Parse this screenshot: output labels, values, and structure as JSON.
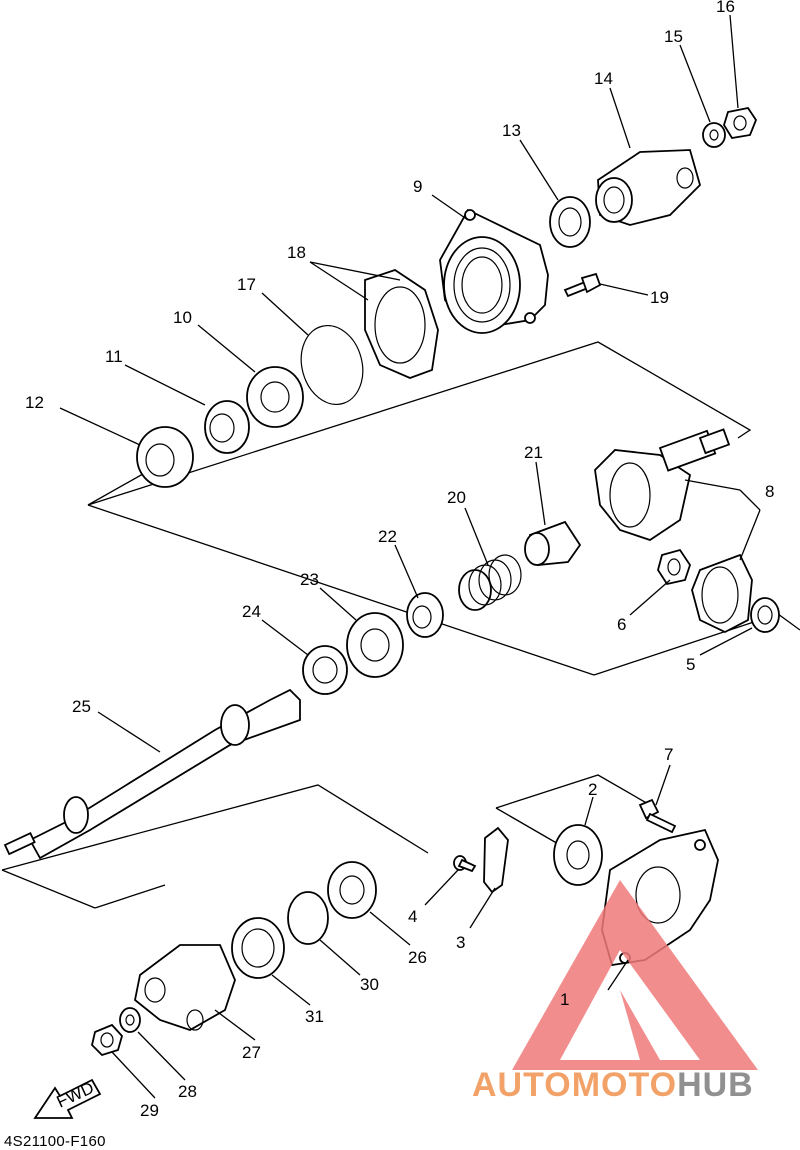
{
  "callouts": [
    "1",
    "2",
    "3",
    "4",
    "5",
    "6",
    "7",
    "8",
    "9",
    "10",
    "11",
    "12",
    "13",
    "14",
    "15",
    "16",
    "17",
    "18",
    "19",
    "20",
    "21",
    "22",
    "23",
    "24",
    "25",
    "26",
    "27",
    "28",
    "29",
    "30",
    "31"
  ],
  "fwd_label": "FWD",
  "diagram_code": "4S21100-F160",
  "watermark": {
    "part1": "AUTOMOTO",
    "part2": "HUB",
    "colors": {
      "triangle": "#f07a7a",
      "text_orange": "#f2a268",
      "text_gray": "#909090"
    }
  }
}
